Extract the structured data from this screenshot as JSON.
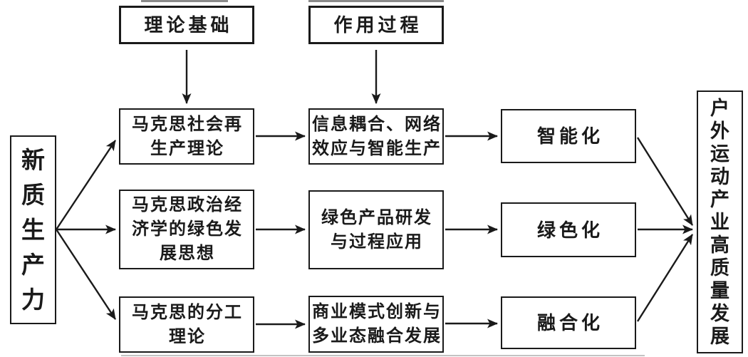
{
  "diagram": {
    "headers": [
      {
        "label": "理论基础"
      },
      {
        "label": "作用过程"
      }
    ],
    "source": {
      "label": "新\n质\n生\n产\n力"
    },
    "target": {
      "label": "户\n外\n运\n动\n产\n业\n高\n质\n量\n发\n展"
    },
    "rows": [
      {
        "theory": "马克思社会再\n生产理论",
        "process": "信息耦合、网络\n效应与智能生产",
        "outcome": "智能化"
      },
      {
        "theory": "马克思政治经\n济学的绿色发\n展思想",
        "process": "绿色产品研发\n与过程应用",
        "outcome": "绿色化"
      },
      {
        "theory": "马克思的分工\n理论",
        "process": "商业模式创新与\n多业态融合发展",
        "outcome": "融合化"
      }
    ],
    "colors": {
      "line": "#1a1a1a",
      "text": "#1a1a1a",
      "background": "#ffffff"
    }
  }
}
